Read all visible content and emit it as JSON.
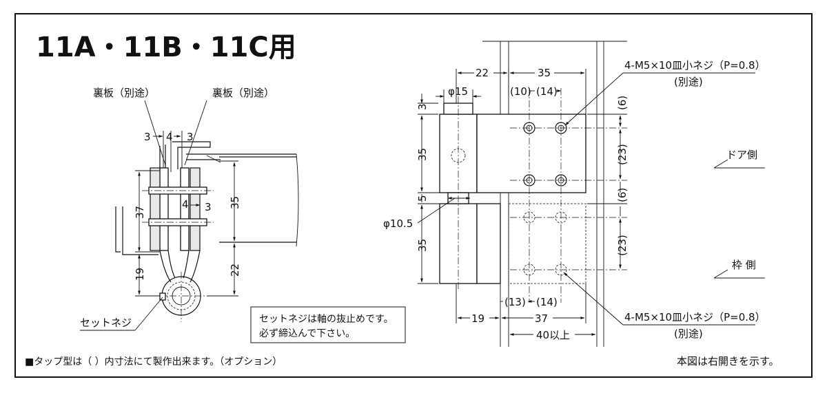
{
  "title": "11A・11B・11C用",
  "left_view": {
    "back_plate_left": "裏板（別途）",
    "back_plate_right": "裏板（別途）",
    "dim_top_3a": "3",
    "dim_top_4": "4",
    "dim_top_3b": "3",
    "dim_mid_4": "4",
    "dim_mid_3": "3",
    "dim_37": "37",
    "dim_35": "35",
    "dim_19": "19",
    "dim_22": "22",
    "set_screw": "セットネジ"
  },
  "note_box": {
    "line1": "セットネジは軸の抜止めです。",
    "line2": "必ず締込んで下さい。"
  },
  "footnote_left": "■タップ型は（ ）内寸法にて製作出来ます。（オプション）",
  "footnote_right": "本図は右開きを示す。",
  "right_view": {
    "dim_22": "22",
    "dim_35_top": "35",
    "dim_phi15": "φ15",
    "dim_10": "(10)",
    "dim_14_top": "(14)",
    "dim_3": "3",
    "dim_35_upper": "35",
    "dim_5": "5",
    "dim_35_lower": "35",
    "dim_phi105": "φ10.5",
    "dim_6_a": "(6)",
    "dim_23_a": "(23)",
    "dim_6_b": "(6)",
    "dim_23_b": "(23)",
    "dim_13": "(13)",
    "dim_14_bottom": "(14)",
    "dim_19": "19",
    "dim_37": "37",
    "dim_40": "40以上",
    "screw_top_spec": "4-M5×10皿小ネジ（P=0.8）",
    "screw_top_note": "(別途)",
    "screw_bottom_spec": "4-M5×10皿小ネジ（P=0.8）",
    "screw_bottom_note": "(別途)",
    "door_side": "ドア側",
    "frame_side": "枠 側"
  }
}
